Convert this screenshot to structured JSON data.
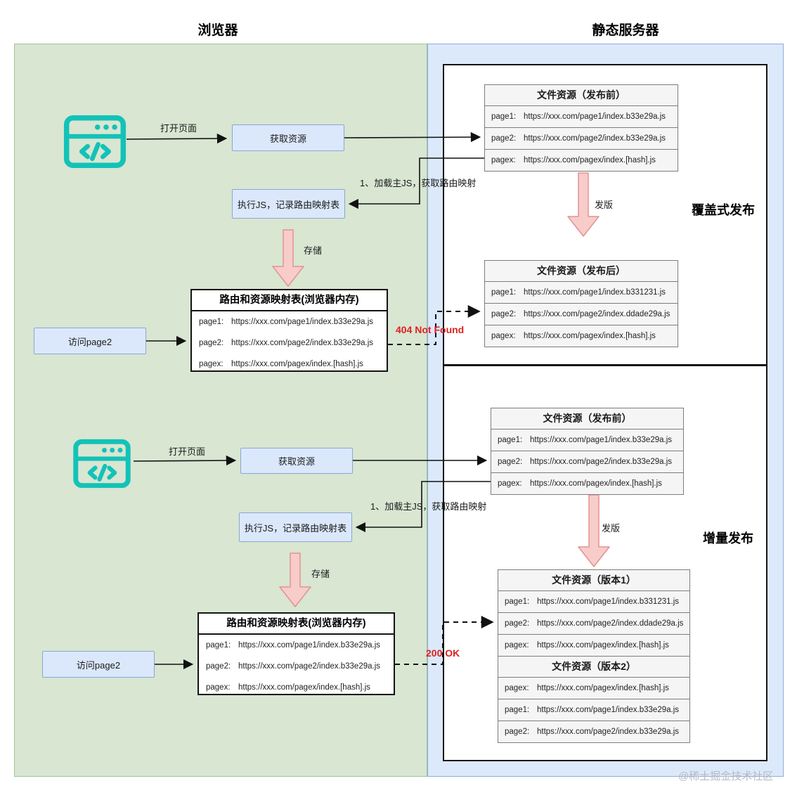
{
  "titles": {
    "browser": "浏览器",
    "server": "静态服务器"
  },
  "watermark": "@稀土掘金技术社区",
  "colors": {
    "panel_green": "#d8e6d2",
    "panel_blue": "#dce9fb",
    "box_blue_fill": "#dbe8fc",
    "box_blue_border": "#8ba7d0",
    "arrow_pink_fill": "#f8cccb",
    "arrow_pink_stroke": "#e2938f",
    "status_red": "#e01f1f",
    "icon_teal": "#13c2b8",
    "table_gray": "#f5f5f5"
  },
  "overwrite": {
    "section_label": "覆盖式发布",
    "open_page_label": "打开页面",
    "fetch_box_label": "获取资源",
    "load_js_label": "1、加载主JS，获取路由映射",
    "exec_box_label": "执行JS，记录路由映射表",
    "store_label": "存储",
    "visit_box_label": "访问page2",
    "status_label": "404 Not Found",
    "release_label": "发版",
    "memory_table": {
      "title": "路由和资源映射表(浏览器内存)",
      "rows": [
        {
          "key": "page1:",
          "value": "https://xxx.com/page1/index.b33e29a.js"
        },
        {
          "key": "page2:",
          "value": "https://xxx.com/page2/index.b33e29a.js"
        },
        {
          "key": "pagex:",
          "value": "https://xxx.com/pagex/index.[hash].js"
        }
      ]
    },
    "pre_table": {
      "title": "文件资源（发布前）",
      "rows": [
        {
          "key": "page1:",
          "value": "https://xxx.com/page1/index.b33e29a.js"
        },
        {
          "key": "page2:",
          "value": "https://xxx.com/page2/index.b33e29a.js"
        },
        {
          "key": "pagex:",
          "value": "https://xxx.com/pagex/index.[hash].js"
        }
      ]
    },
    "post_table": {
      "title": "文件资源（发布后）",
      "rows": [
        {
          "key": "page1:",
          "value": "https://xxx.com/page1/index.b331231.js"
        },
        {
          "key": "page2:",
          "value": "https://xxx.com/page2/index.ddade29a.js"
        },
        {
          "key": "pagex:",
          "value": "https://xxx.com/pagex/index.[hash].js"
        }
      ]
    }
  },
  "incremental": {
    "section_label": "增量发布",
    "open_page_label": "打开页面",
    "fetch_box_label": "获取资源",
    "load_js_label": "1、加载主JS，获取路由映射",
    "exec_box_label": "执行JS，记录路由映射表",
    "store_label": "存储",
    "visit_box_label": "访问page2",
    "status_label": "200 OK",
    "release_label": "发版",
    "memory_table": {
      "title": "路由和资源映射表(浏览器内存)",
      "rows": [
        {
          "key": "page1:",
          "value": "https://xxx.com/page1/index.b33e29a.js"
        },
        {
          "key": "page2:",
          "value": "https://xxx.com/page2/index.b33e29a.js"
        },
        {
          "key": "pagex:",
          "value": "https://xxx.com/pagex/index.[hash].js"
        }
      ]
    },
    "pre_table": {
      "title": "文件资源（发布前）",
      "rows": [
        {
          "key": "page1:",
          "value": "https://xxx.com/page1/index.b33e29a.js"
        },
        {
          "key": "page2:",
          "value": "https://xxx.com/page2/index.b33e29a.js"
        },
        {
          "key": "pagex:",
          "value": "https://xxx.com/pagex/index.[hash].js"
        }
      ]
    },
    "v1_table": {
      "title": "文件资源（版本1）",
      "rows": [
        {
          "key": "page1:",
          "value": "https://xxx.com/page1/index.b331231.js"
        },
        {
          "key": "page2:",
          "value": "https://xxx.com/page2/index.ddade29a.js"
        },
        {
          "key": "pagex:",
          "value": "https://xxx.com/pagex/index.[hash].js"
        }
      ]
    },
    "v2_table": {
      "title": "文件资源（版本2）",
      "rows": [
        {
          "key": "pagex:",
          "value": "https://xxx.com/pagex/index.[hash].js"
        },
        {
          "key": "page1:",
          "value": "https://xxx.com/page1/index.b33e29a.js"
        },
        {
          "key": "page2:",
          "value": "https://xxx.com/page2/index.b33e29a.js"
        }
      ]
    }
  }
}
